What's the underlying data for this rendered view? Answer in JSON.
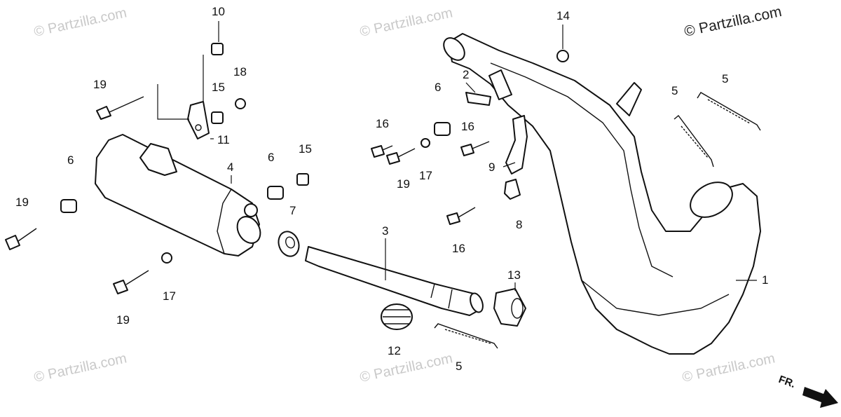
{
  "watermarks": {
    "top_right": "© Partzilla.com",
    "faint": "© Partzilla.com"
  },
  "direction_marker": "FR.",
  "callouts": {
    "c1": "1",
    "c2": "2",
    "c3": "3",
    "c4": "4",
    "c5a": "5",
    "c5b": "5",
    "c5c": "5",
    "c6a": "6",
    "c6b": "6",
    "c6c": "6",
    "c7": "7",
    "c8": "8",
    "c9": "9",
    "c10": "10",
    "c11": "11",
    "c12": "12",
    "c13": "13",
    "c14": "14",
    "c15a": "15",
    "c15b": "15",
    "c16a": "16",
    "c16b": "16",
    "c16c": "16",
    "c17a": "17",
    "c17b": "17",
    "c18": "18",
    "c19a": "19",
    "c19b": "19",
    "c19c": "19",
    "c19d": "19"
  },
  "colors": {
    "line": "#111111",
    "watermark": "#c9c9c9"
  }
}
